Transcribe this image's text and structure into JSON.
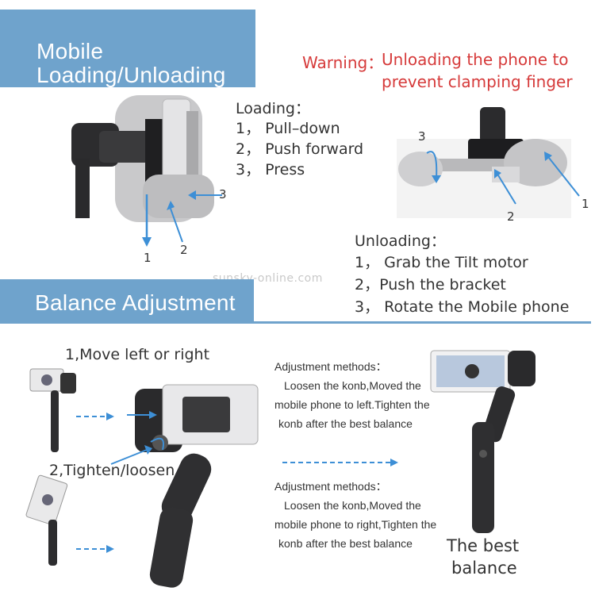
{
  "section1": {
    "title_line1": "Mobile",
    "title_line2": "Loading/Unloading",
    "warning_prefix": "Warning：",
    "warning_line1": "Unloading  the phone to",
    "warning_line2": "prevent clamping finger",
    "loading": {
      "heading": "Loading：",
      "steps": [
        "1， Pull–down",
        "2， Push forward",
        "3， Press"
      ]
    },
    "loading_callouts": [
      "1",
      "2",
      "3"
    ],
    "unloading_callouts": [
      "1",
      "2",
      "3"
    ],
    "unloading": {
      "heading": "Unloading：",
      "steps": [
        "1， Grab the Tilt motor",
        "2，Push the bracket",
        "3， Rotate the Mobile  phone"
      ]
    }
  },
  "watermark": "sunsky-online.com",
  "section2": {
    "title": "Balance Adjustment",
    "step1": "1,Move left or right",
    "step2": "2,Tighten/loosen",
    "method1": {
      "heading": "Adjustment methods：",
      "lines": [
        "Loosen the konb,Moved the",
        "mobile phone to left.Tighten the",
        "konb after the best balance"
      ]
    },
    "method2": {
      "heading": "Adjustment methods：",
      "lines": [
        "Loosen the konb,Moved the",
        "mobile phone to right,Tighten the",
        "konb after the best balance"
      ]
    },
    "result_line1": "The best",
    "result_line2": "balance"
  },
  "colors": {
    "banner": "#6fa3cc",
    "warning": "#d63a3a",
    "arrow": "#3d8fd6",
    "text": "#333333"
  }
}
